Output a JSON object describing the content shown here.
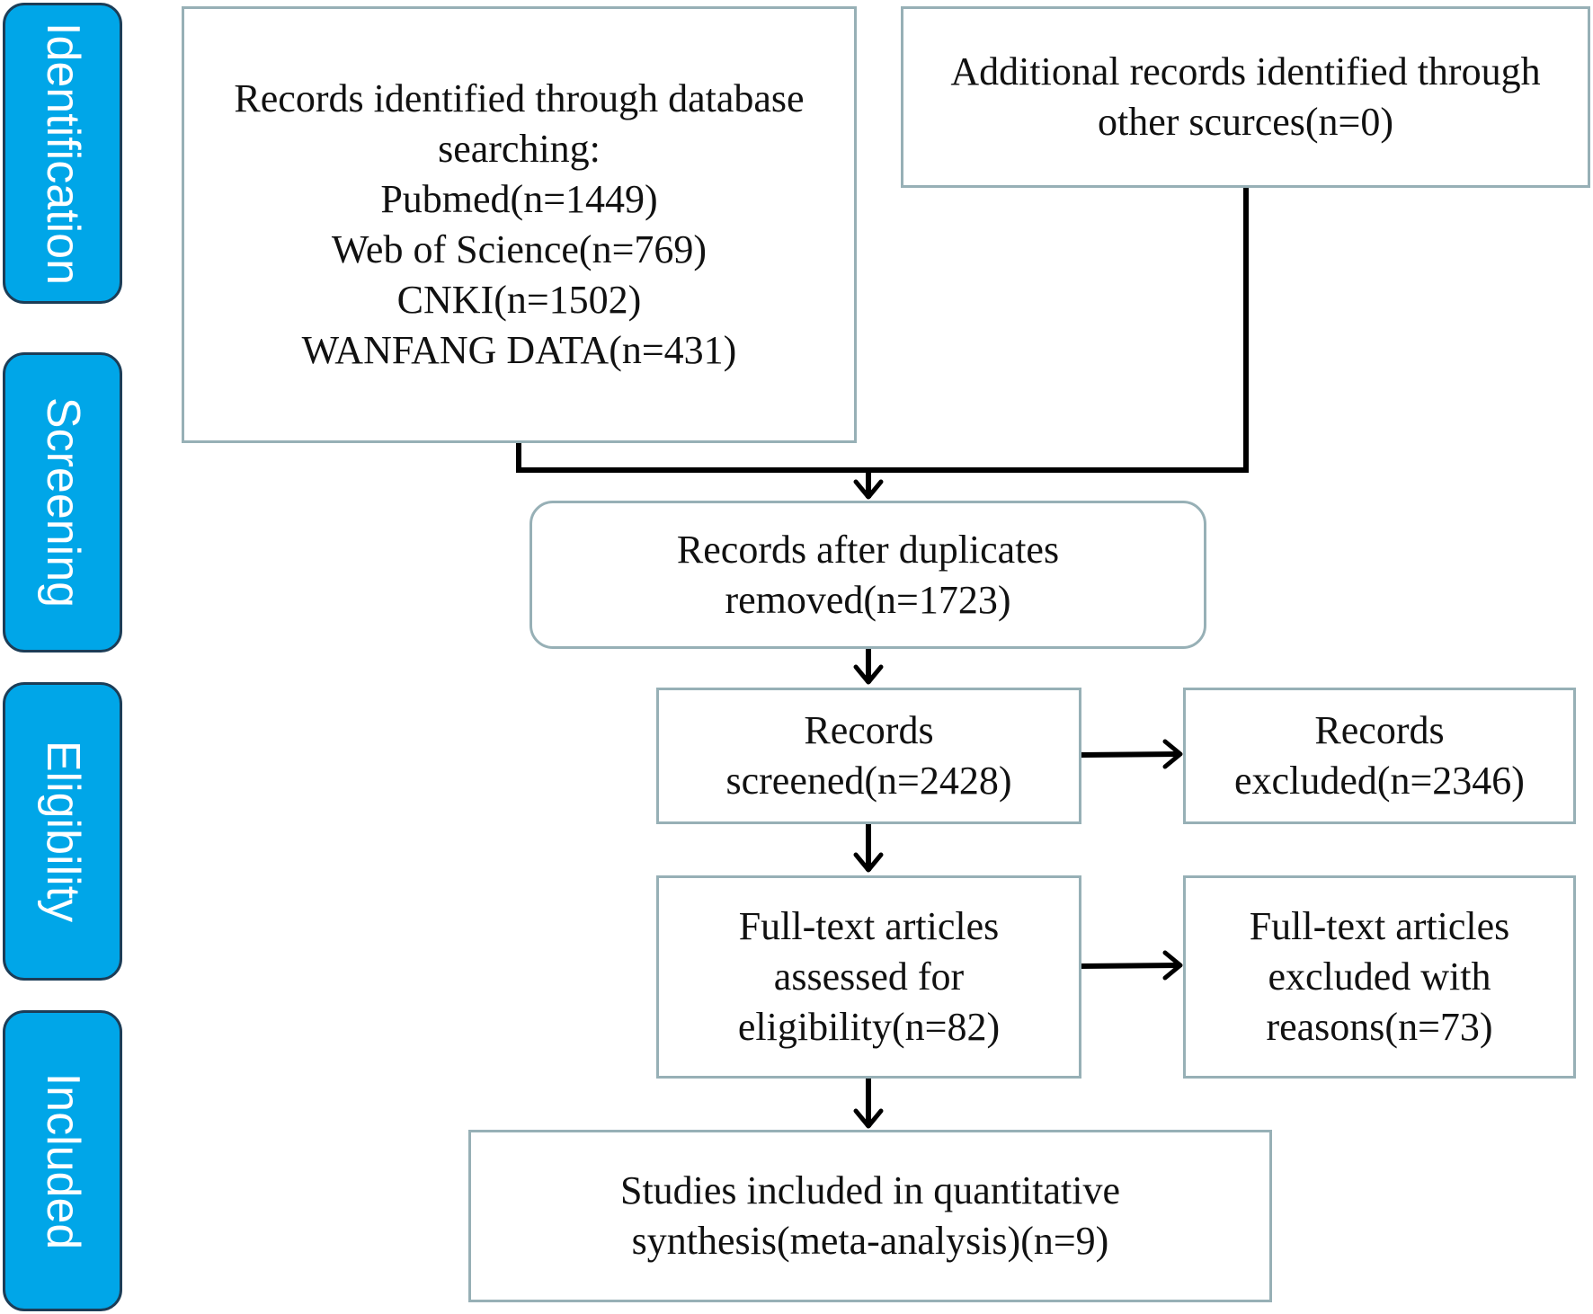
{
  "phases": [
    {
      "label": "Identification"
    },
    {
      "label": "Screening"
    },
    {
      "label": "Eligibility"
    },
    {
      "label": "Included"
    }
  ],
  "boxes": {
    "database_search": "Records identified through database\nsearching:\nPubmed(n=1449)\nWeb of Science(n=769)\nCNKI(n=1502)\nWANFANG DATA(n=431)",
    "other_sources": "Additional records identified through\nother scurces(n=0)",
    "after_duplicates": "Records after duplicates\nremoved(n=1723)",
    "screened": "Records\nscreened(n=2428)",
    "excluded": "Records\nexcluded(n=2346)",
    "fulltext_assessed": "Full-text articles\nassessed for\neligibility(n=82)",
    "fulltext_excluded": "Full-text articles\nexcluded with\nreasons(n=73)",
    "included": "Studies included in quantitative\nsynthesis(meta-analysis)(n=9)"
  },
  "colors": {
    "phase_fill": "#00a6e8",
    "phase_border": "#1c3d57",
    "box_border": "#97b0b6",
    "connector": "#000000"
  }
}
